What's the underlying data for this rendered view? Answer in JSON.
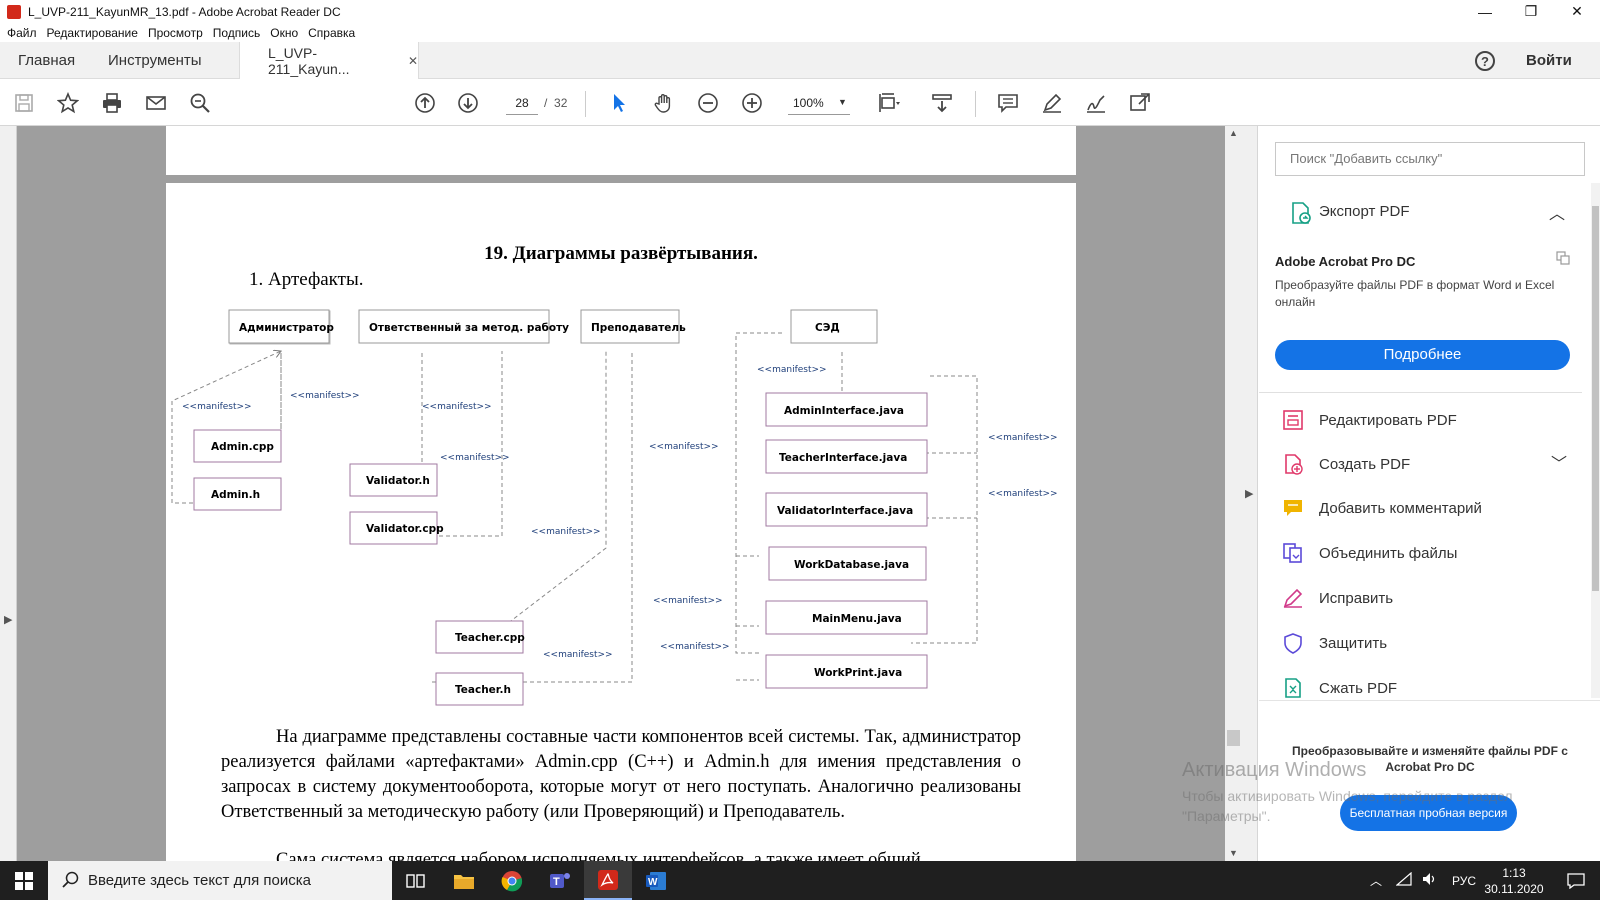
{
  "window": {
    "title": "L_UVP-211_KayunMR_13.pdf - Adobe Acrobat Reader DC",
    "controls": [
      "—",
      "❐",
      "✕"
    ]
  },
  "menu": [
    "Файл",
    "Редактирование",
    "Просмотр",
    "Подпись",
    "Окно",
    "Справка"
  ],
  "tabs": {
    "home": "Главная",
    "tools": "Инструменты",
    "doc": "L_UVP-211_Kayun...",
    "close": "✕"
  },
  "header": {
    "help": "?",
    "login": "Войти"
  },
  "toolbar": {
    "page_current": "28",
    "page_sep": "/",
    "page_total": "32",
    "zoom": "100%"
  },
  "document": {
    "heading": "19. Диаграммы развёртывания.",
    "subheading": "1.  Артефакты.",
    "para1": "На диаграмме представлены составные части компонентов всей системы. Так, администратор реализуется файлами «артефактами» Admin.cpp (C++) и Admin.h для имения представления о запросах в систему документооборота, которые могут от него поступать. Аналогично реализованы Ответственный за методическую работу (или Проверяющий) и Преподаватель.",
    "para2": "Сама система является набором исполняемых интерфейсов, а также имеет общий"
  },
  "diagram": {
    "components": {
      "admin": "Администратор",
      "method": "Ответственный за метод. работу",
      "teacher": "Преподаватель",
      "sed": "СЭД"
    },
    "artifacts": {
      "admin_cpp": "Admin.cpp",
      "admin_h": "Admin.h",
      "validator_h": "Validator.h",
      "validator_cpp": "Validator.cpp",
      "teacher_cpp": "Teacher.cpp",
      "teacher_h": "Teacher.h",
      "admin_iface": "AdminInterface.java",
      "teacher_iface": "TeacherInterface.java",
      "validator_iface": "ValidatorInterface.java",
      "workdb": "WorkDatabase.java",
      "mainmenu": "MainMenu.java",
      "workprint": "WorkPrint.java"
    },
    "manifest": "<<manifest>>"
  },
  "right_panel": {
    "search_placeholder": "Поиск \"Добавить ссылку\"",
    "export_title": "Экспорт PDF",
    "promo_title": "Adobe Acrobat Pro DC",
    "promo_desc": "Преобразуйте файлы PDF в формат Word и Excel онлайн",
    "promo_button": "Подробнее",
    "tools": [
      {
        "label": "Редактировать PDF",
        "color": "#e0396a"
      },
      {
        "label": "Создать PDF",
        "color": "#e0396a"
      },
      {
        "label": "Добавить комментарий",
        "color": "#f0b400"
      },
      {
        "label": "Объединить файлы",
        "color": "#5b4ad8"
      },
      {
        "label": "Исправить",
        "color": "#d13a8a"
      },
      {
        "label": "Защитить",
        "color": "#5b4ad8"
      },
      {
        "label": "Сжать PDF",
        "color": "#16a085"
      }
    ],
    "promo2_text": "Преобразовывайте и изменяйте файлы PDF с Acrobat Pro DC",
    "promo2_button": "Бесплатная пробная версия"
  },
  "watermark": {
    "title": "Активация Windows",
    "text": "Чтобы активировать Windows, перейдите в раздел \"Параметры\"."
  },
  "taskbar": {
    "search_placeholder": "Введите здесь текст для поиска",
    "lang": "РУС",
    "time": "1:13",
    "date": "30.11.2020"
  }
}
